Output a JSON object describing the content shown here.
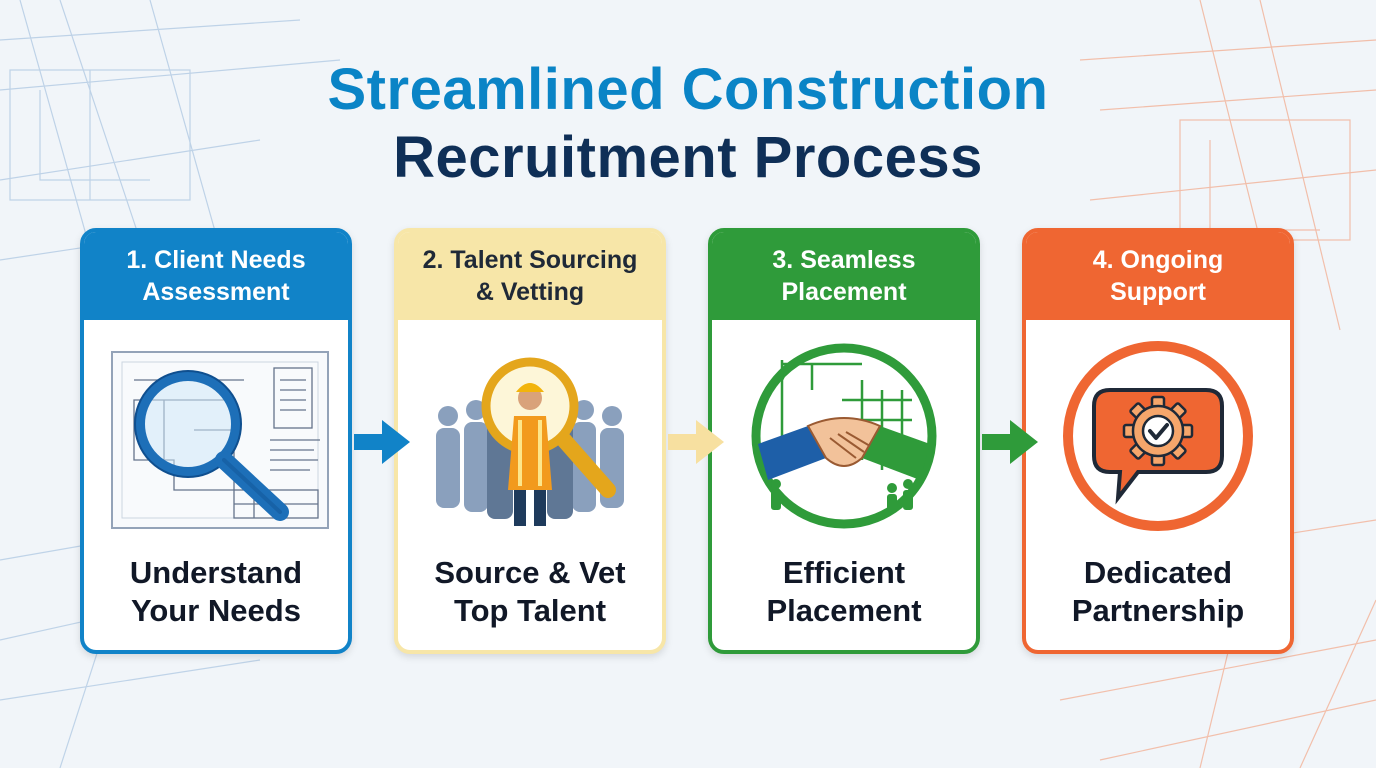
{
  "title": {
    "line1": "Streamlined Construction",
    "line2": "Recruitment Process",
    "line1_color": "#0a84c6",
    "line2_color": "#0f2f57"
  },
  "steps": [
    {
      "header": "1. Client Needs\nAssessment",
      "body": "Understand\nYour Needs",
      "color": "#1183c8",
      "header_text_color": "#ffffff",
      "icon": "magnifier-blueprint-icon"
    },
    {
      "header": "2. Talent Sourcing\n& Vetting",
      "body": "Source & Vet\nTop Talent",
      "color": "#f7e6a8",
      "header_text_color": "#1f2937",
      "icon": "workers-magnifier-icon"
    },
    {
      "header": "3. Seamless\nPlacement",
      "body": "Efficient\nPlacement",
      "color": "#2f9b3a",
      "header_text_color": "#ffffff",
      "icon": "handshake-icon"
    },
    {
      "header": "4. Ongoing\nSupport",
      "body": "Dedicated\nPartnership",
      "color": "#ef6632",
      "header_text_color": "#ffffff",
      "icon": "gear-check-chat-icon"
    }
  ],
  "arrows": [
    {
      "color": "#1183c8",
      "icon": "arrow-right-icon"
    },
    {
      "color": "#f7e0a0",
      "icon": "arrow-right-icon"
    },
    {
      "color": "#2f9b3a",
      "icon": "arrow-right-icon"
    }
  ]
}
